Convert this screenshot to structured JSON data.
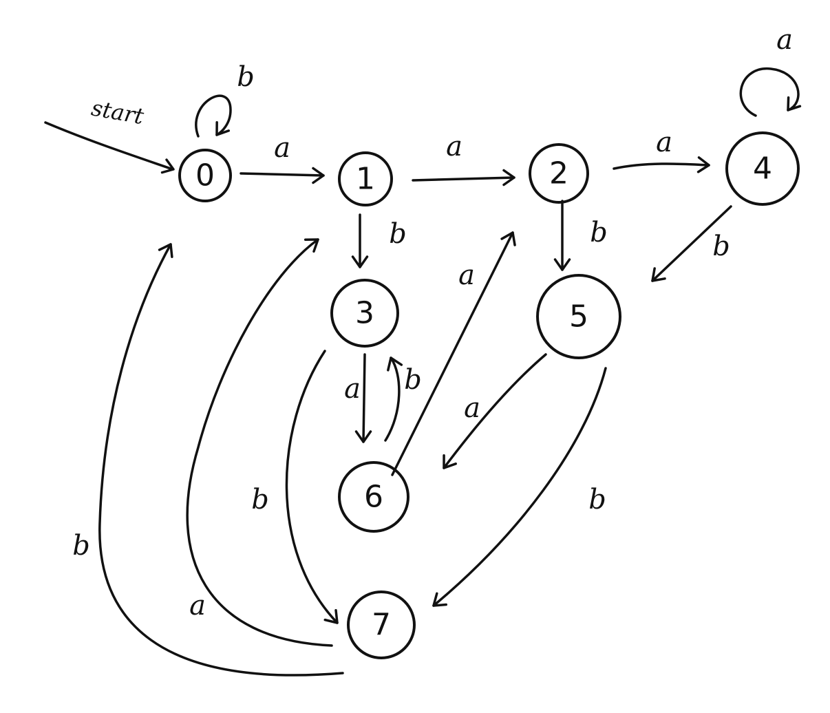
{
  "diagram": {
    "start_label": "start",
    "states": [
      {
        "id": "0",
        "label": "0"
      },
      {
        "id": "1",
        "label": "1"
      },
      {
        "id": "2",
        "label": "2"
      },
      {
        "id": "3",
        "label": "3"
      },
      {
        "id": "4",
        "label": "4"
      },
      {
        "id": "5",
        "label": "5"
      },
      {
        "id": "6",
        "label": "6"
      },
      {
        "id": "7",
        "label": "7"
      }
    ],
    "transitions": [
      {
        "from": "0",
        "to": "0",
        "symbol": "b"
      },
      {
        "from": "0",
        "to": "1",
        "symbol": "a"
      },
      {
        "from": "1",
        "to": "2",
        "symbol": "a"
      },
      {
        "from": "2",
        "to": "4",
        "symbol": "a"
      },
      {
        "from": "4",
        "to": "4",
        "symbol": "a"
      },
      {
        "from": "1",
        "to": "3",
        "symbol": "b"
      },
      {
        "from": "2",
        "to": "5",
        "symbol": "b"
      },
      {
        "from": "4",
        "to": "5",
        "symbol": "b"
      },
      {
        "from": "3",
        "to": "6",
        "symbol": "a"
      },
      {
        "from": "6",
        "to": "3",
        "symbol": "b"
      },
      {
        "from": "6",
        "to": "2",
        "symbol": "a"
      },
      {
        "from": "5",
        "to": "6",
        "symbol": "a"
      },
      {
        "from": "5",
        "to": "7",
        "symbol": "b"
      },
      {
        "from": "3",
        "to": "7",
        "symbol": "b"
      },
      {
        "from": "7",
        "to": "1",
        "symbol": "a"
      },
      {
        "from": "7",
        "to": "0",
        "symbol": "b"
      }
    ]
  }
}
